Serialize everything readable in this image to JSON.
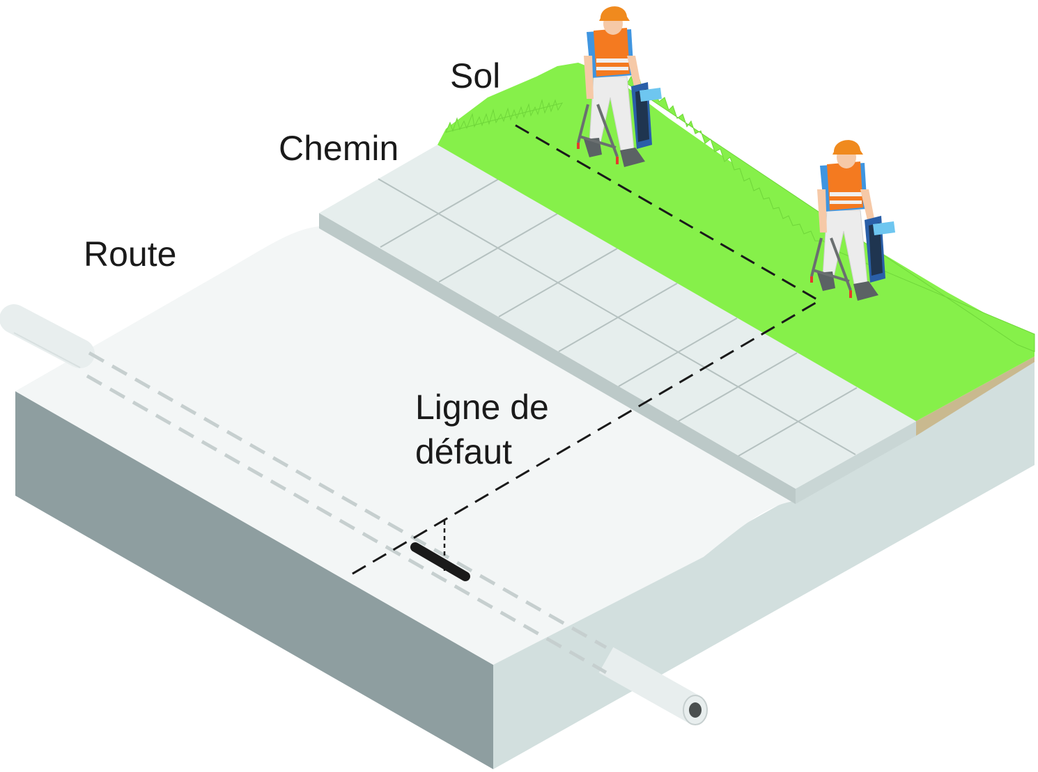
{
  "labels": {
    "sol": "Sol",
    "chemin": "Chemin",
    "route": "Route",
    "fault_line_1": "Ligne de",
    "fault_line_2": "défaut"
  },
  "colors": {
    "grass": "#86f04a",
    "grass_dark": "#6fd63a",
    "road_top": "#f3f6f6",
    "road_front": "#8e9ea0",
    "road_right": "#d2dfde",
    "path_top": "#e6eeed",
    "path_edge": "#bcc9c8",
    "soil": "#c9b98f",
    "vest": "#f47a20",
    "helmet": "#f08a1e",
    "shirt": "#3f95e0",
    "trousers": "#ececec",
    "skin": "#f6c9a7",
    "dark_line": "#1a1a1a",
    "pipe": "#e8eeee",
    "pipe_dashes": "#c6cfcf"
  },
  "icons": [
    "worker-icon",
    "locator-receiver-icon",
    "a-frame-probe-icon",
    "pipe-icon",
    "fault-mark-icon"
  ]
}
